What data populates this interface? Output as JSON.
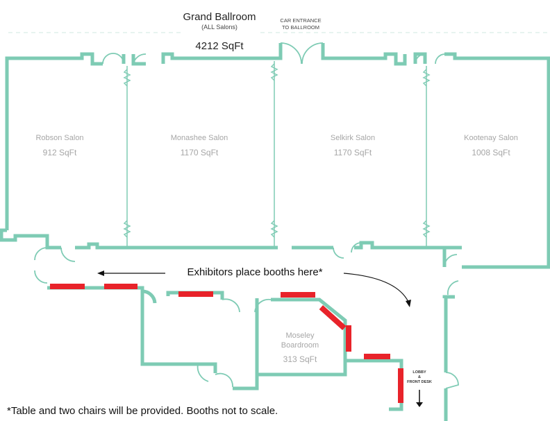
{
  "header": {
    "title": "Grand Ballroom",
    "subtitle": "(ALL Salons)",
    "area": "4212 SqFt",
    "car_entrance": "CAR ENTRANCE\nTO BALLROOM"
  },
  "rooms": [
    {
      "name": "Robson Salon",
      "area": "912 SqFt"
    },
    {
      "name": "Monashee Salon",
      "area": "1170 SqFt"
    },
    {
      "name": "Selkirk Salon",
      "area": "1170 SqFt"
    },
    {
      "name": "Kootenay Salon",
      "area": "1008 SqFt"
    },
    {
      "name": "Moseley\nBoardroom",
      "area": "313 SqFt"
    }
  ],
  "labels": {
    "exhibitors": "Exhibitors place booths here*",
    "lobby": "LOBBY\n&\nFRONT DESK",
    "footnote": "*Table and two chairs will be provided. Booths not to scale."
  },
  "colors": {
    "wall": "#7ecbb4",
    "booth": "#e8232a"
  }
}
